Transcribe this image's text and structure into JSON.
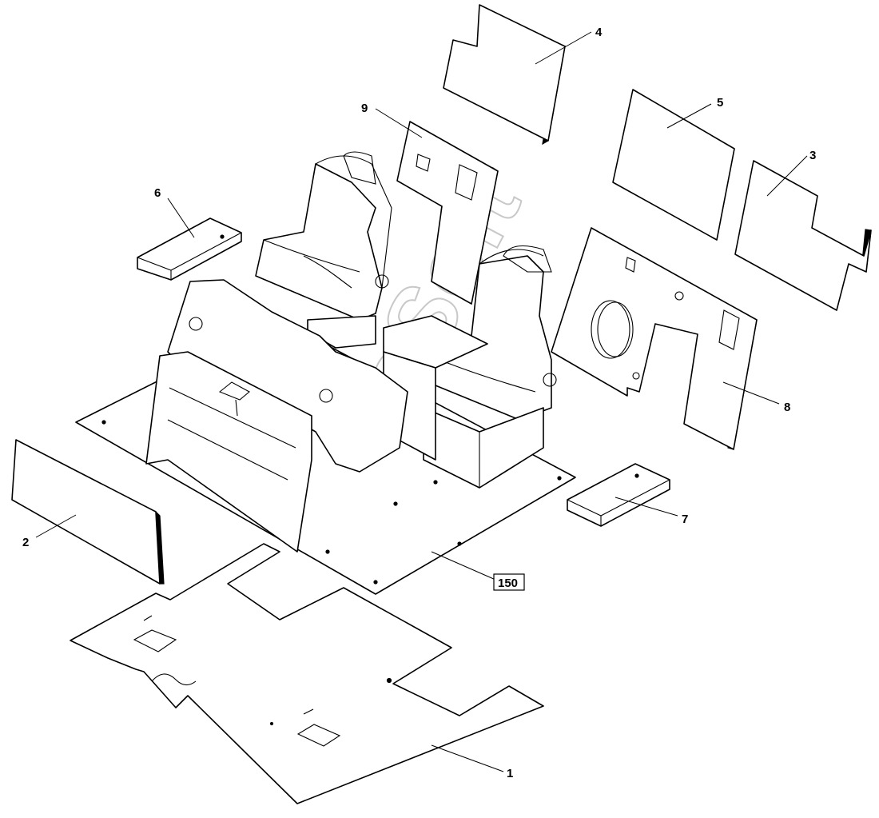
{
  "callouts": {
    "c1": "1",
    "c2": "2",
    "c3": "3",
    "c4": "4",
    "c5": "5",
    "c6": "6",
    "c7": "7",
    "c8": "8",
    "c9": "9",
    "c150": "150"
  },
  "watermark": "AutoSoft"
}
